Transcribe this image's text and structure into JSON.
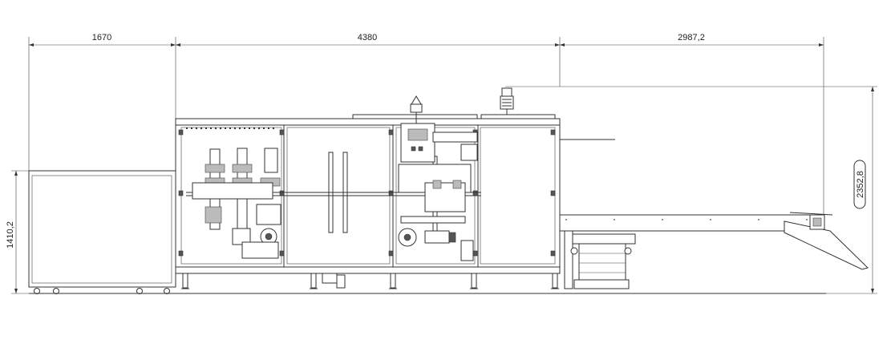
{
  "dimensions": {
    "infeed_width": "1670",
    "machine_body_width": "4380",
    "outfeed_width": "2987,2",
    "infeed_height": "1410,2",
    "total_height": "2352,8"
  }
}
